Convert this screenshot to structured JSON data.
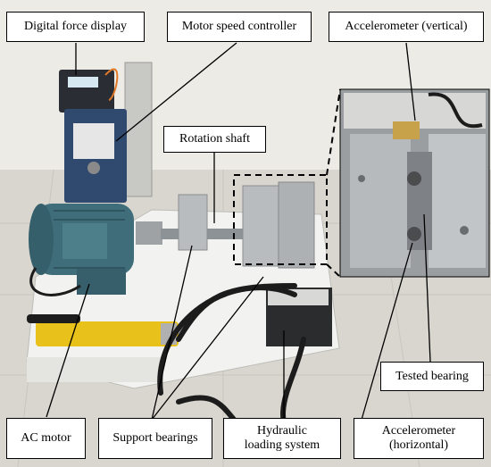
{
  "labels": {
    "digital_force_display": "Digital force display",
    "motor_speed_controller": "Motor speed controller",
    "accelerometer_vertical": "Accelerometer (vertical)",
    "rotation_shaft": "Rotation shaft",
    "tested_bearing": "Tested bearing",
    "ac_motor": "AC motor",
    "support_bearings": "Support bearings",
    "hydraulic_line1": "Hydraulic",
    "hydraulic_line2": "loading system",
    "accelerometer_h_line1": "Accelerometer",
    "accelerometer_h_line2": "(horizontal)"
  },
  "colors": {
    "floor": "#d9d6cf",
    "wall": "#ecebe6",
    "base_plate": "#f2f2f0",
    "motor": "#3f6e7a",
    "controller": "#2f4a6e",
    "pump": "#e8c21a",
    "hose": "#1c1c1c",
    "aluminum": "#b9bcbf",
    "cable": "#e07a2a"
  }
}
